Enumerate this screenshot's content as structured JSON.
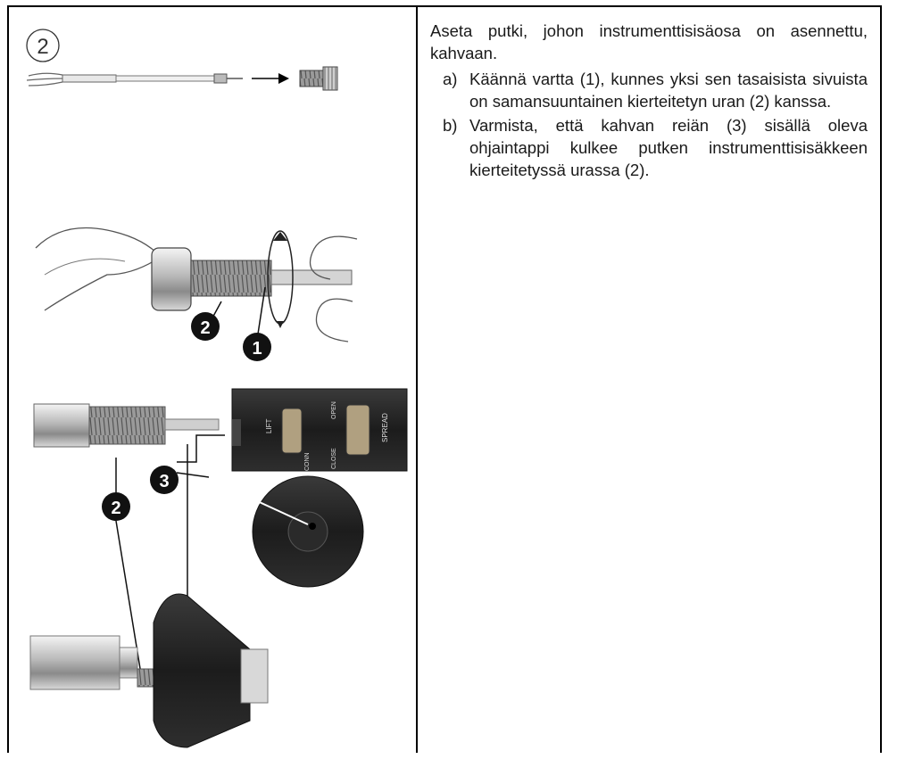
{
  "step_number": "2",
  "intro": "Aseta putki, johon instrumenttisisäosa on asennettu, kahvaan.",
  "steps": [
    {
      "marker": "a)",
      "text": "Käännä vartta (1), kunnes yksi sen tasaisista sivuista on samansuuntainen kierteitetyn uran (2) kanssa."
    },
    {
      "marker": "b)",
      "text": "Varmista, että kahvan reiän (3) sisällä oleva ohjaintappi kulkee putken instrumenttisisäkkeen kierteitetyssä urassa (2)."
    }
  ],
  "callouts": {
    "shaft": "1",
    "groove_top": "2",
    "groove_bottom": "2",
    "hole": "3"
  },
  "handle_labels": {
    "lift": "LIFT",
    "conn": "CONN",
    "open": "OPEN",
    "close": "CLOSE",
    "spread": "SPREAD"
  }
}
